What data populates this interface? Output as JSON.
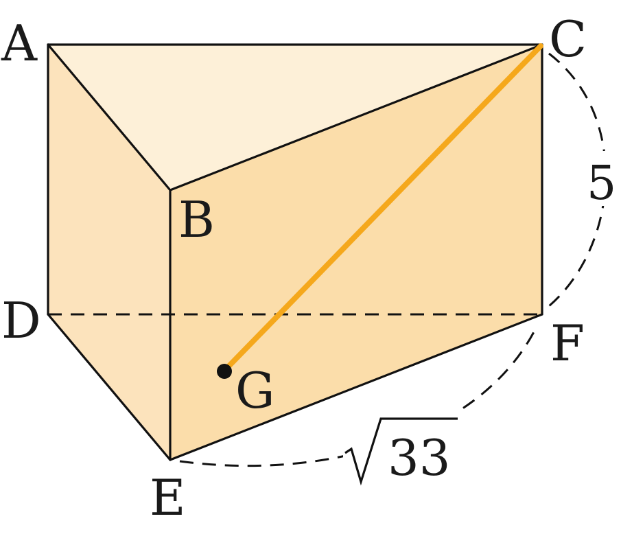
{
  "colors": {
    "top_face": "#FDF0D8",
    "left_face": "#FCE3BC",
    "front_face": "#FBDDAA",
    "edge": "#111111",
    "segment": "#F5A81C"
  },
  "vertices": {
    "A": "A",
    "B": "B",
    "C": "C",
    "D": "D",
    "E": "E",
    "F": "F",
    "G": "G"
  },
  "measures": {
    "CF": "5",
    "EF_radicand": "33"
  }
}
